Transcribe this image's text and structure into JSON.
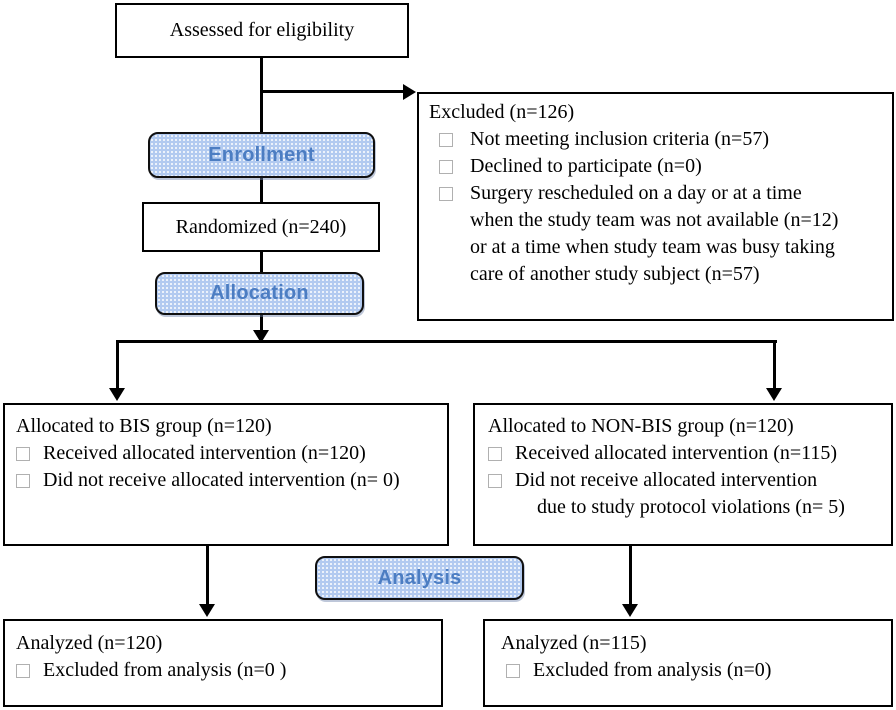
{
  "colors": {
    "pill_fill": "#b2caf0",
    "pill_text": "#4c7dc2",
    "line": "#000000",
    "box_border": "#000000"
  },
  "flow": {
    "assessed": {
      "label": "Assessed for eligibility"
    },
    "enrollment": {
      "label": "Enrollment"
    },
    "randomized": {
      "label": "Randomized (n=240)"
    },
    "excluded": {
      "title": "Excluded (n=126)",
      "item1": "Not meeting inclusion criteria (n=57)",
      "item2": "Declined to participate (n=0)",
      "item3_line1": "Surgery rescheduled on a day or at a time",
      "item3_line2": "when the study team was not available (n=12)",
      "item3_line3": "or at a time when study team was busy taking",
      "item3_line4": "care of another study subject (n=57)"
    },
    "allocation": {
      "label": "Allocation"
    },
    "alloc_bis": {
      "title": "Allocated to BIS group (n=120)",
      "item1": "Received allocated intervention (n=120)",
      "item2": "Did not receive allocated intervention (n= 0)"
    },
    "alloc_nonbis": {
      "title": "Allocated to NON-BIS group (n=120)",
      "item1": "Received allocated intervention (n=115)",
      "item2_line1": "Did not receive allocated intervention",
      "item2_line2": "due to study protocol violations (n= 5)"
    },
    "analysis": {
      "label": "Analysis"
    },
    "analyzed_bis": {
      "title": "Analyzed (n=120)",
      "item1": "Excluded from analysis (n=0 )"
    },
    "analyzed_nonbis": {
      "title": "Analyzed (n=115)",
      "item1": "Excluded from analysis (n=0)"
    }
  }
}
